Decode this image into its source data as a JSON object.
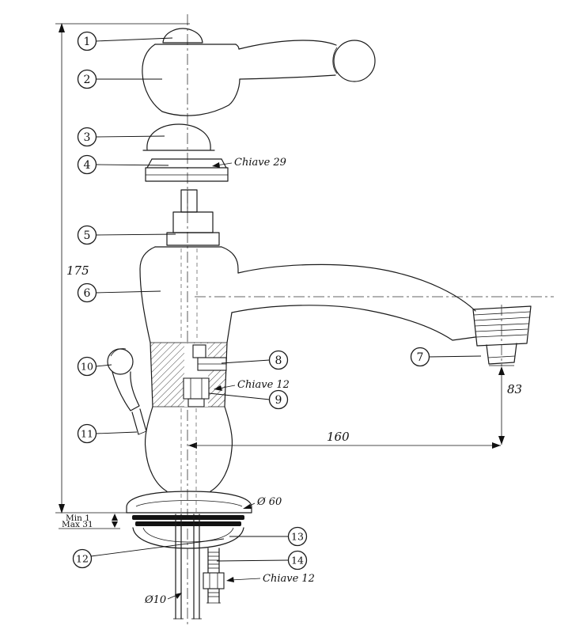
{
  "diagram": {
    "kind": "exploded technical drawing of a classic single-hole basin tap with dimensions",
    "accent_color": "#E8A33D"
  },
  "callouts": [
    {
      "label": "1"
    },
    {
      "label": "2"
    },
    {
      "label": "3"
    },
    {
      "label": "4"
    },
    {
      "label": "5"
    },
    {
      "label": "6"
    },
    {
      "label": "7"
    },
    {
      "label": "8"
    },
    {
      "label": "9"
    },
    {
      "label": "10"
    },
    {
      "label": "11"
    },
    {
      "label": "12"
    },
    {
      "label": "13",
      "accent": true
    },
    {
      "label": "14",
      "accent": true
    }
  ],
  "labels": {
    "total_height": "175",
    "spout_height": "83",
    "spout_reach": "160",
    "base_diameter": "Ø 60",
    "supply_diameter": "Ø10",
    "gasket_min": "Min 1",
    "gasket_max": "Max 31",
    "wrench_cap": "Chiave 29",
    "wrench_valve": "Chiave 12",
    "wrench_stud": "Chiave 12"
  }
}
